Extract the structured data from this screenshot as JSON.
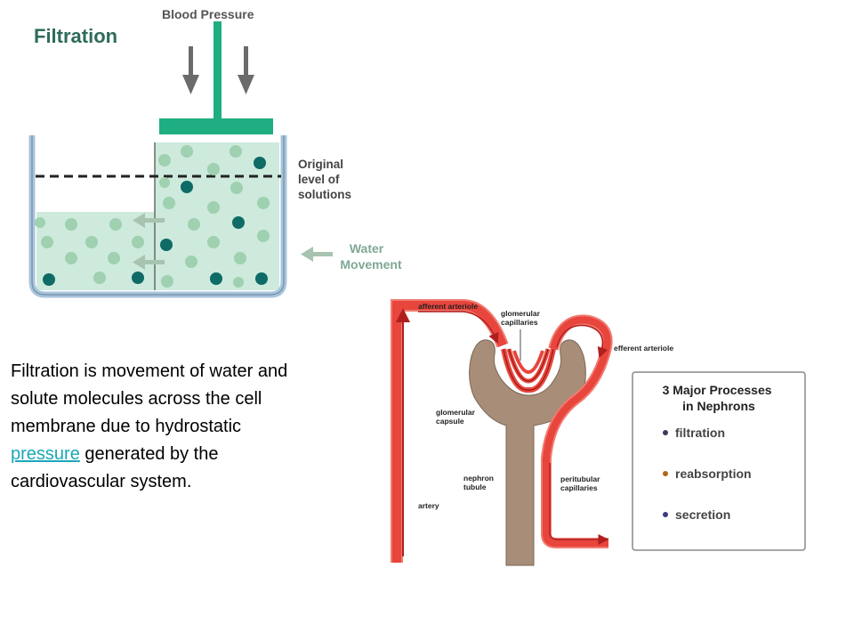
{
  "title": "Filtration",
  "paragraph": {
    "before_link": "Filtration is movement of water and solute molecules across the cell membrane due to hydrostatic ",
    "link_text": "pressure",
    "after_link": " generated by the cardiovascular system."
  },
  "beaker_diagram": {
    "blood_pressure_label": "Blood Pressure",
    "original_level_label": [
      "Original",
      "level of",
      "solutions"
    ],
    "water_movement_label": [
      "Water",
      "Movement"
    ]
  },
  "nephron_diagram": {
    "labels": {
      "afferent_arteriole": "afferent arteriole",
      "glomerular_capillaries": [
        "glomerular",
        "capillaries"
      ],
      "efferent_arteriole": "efferent arteriole",
      "glomerular_capsule": [
        "glomerular",
        "capsule"
      ],
      "nephron_tubule": [
        "nephron",
        "tubule"
      ],
      "peritubular_capillaries": [
        "peritubular",
        "capillaries"
      ],
      "artery": "artery"
    },
    "legend": {
      "title": [
        "3 Major Processes",
        "in Nephrons"
      ],
      "items": [
        {
          "label": "filtration",
          "dot_color": "#3b3a5a"
        },
        {
          "label": "reabsorption",
          "dot_color": "#b5651d"
        },
        {
          "label": "secretion",
          "dot_color": "#3b3a80"
        }
      ]
    }
  },
  "colors": {
    "title": "#2f6b5b",
    "link": "#1aa7b8",
    "piston": "#1fae82",
    "fluid": "#cdeadd",
    "light_molecule": "#9fd0b0",
    "dark_molecule": "#0e6b66",
    "vessel_red": "#e8453c",
    "tubule_tan": "#a88e78"
  }
}
